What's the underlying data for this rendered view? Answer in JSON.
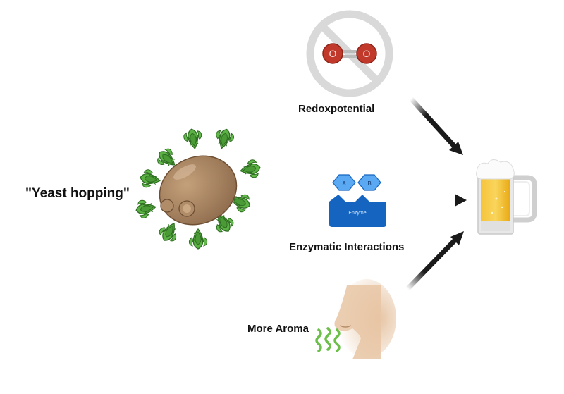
{
  "labels": {
    "yeast_hopping": "\"Yeast hopping\"",
    "redox": "Redoxpotential",
    "enzymatic": "Enzymatic Interactions",
    "aroma": "More Aroma"
  },
  "enzyme_icon": {
    "substrate_a": "A",
    "substrate_b": "B",
    "enzyme_text": "Enzyme"
  },
  "oxygen_icon": {
    "atom1": "O",
    "atom2": "O"
  },
  "colors": {
    "prohibition_ring": "#d8d8d8",
    "oxygen_atom": "#c0392b",
    "enzyme_blue": "#1565c0",
    "substrate_blue": "#5aa9f2",
    "hop_green": "#4ea43a",
    "yeast_brown": "#a88463",
    "arrow": "#1a1a1a",
    "beer_gold": "#f2b81c"
  },
  "icons": [
    "yeast-cell-icon",
    "hop-cone-icon",
    "no-oxygen-icon",
    "enzyme-icon",
    "nose-icon",
    "aroma-waves-icon",
    "beer-mug-icon",
    "arrow-icon"
  ]
}
